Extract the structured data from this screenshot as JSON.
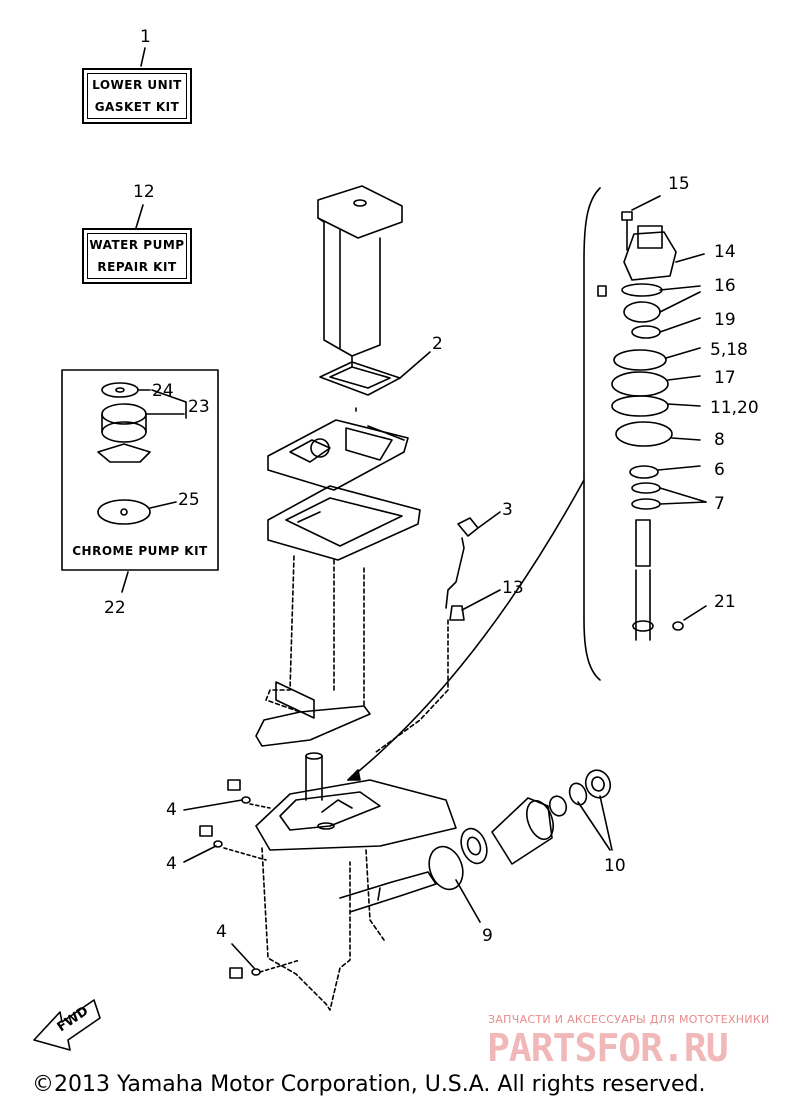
{
  "kits": {
    "lower_unit": {
      "line1": "LOWER UNIT",
      "line2": "GASKET KIT"
    },
    "water_pump": {
      "line1": "WATER PUMP",
      "line2": "REPAIR KIT"
    },
    "chrome_pump": {
      "label": "CHROME PUMP KIT"
    }
  },
  "callouts": {
    "c1": "1",
    "c12": "12",
    "c2": "2",
    "c3": "3",
    "c13": "13",
    "c24": "24",
    "c23": "23",
    "c25": "25",
    "c22": "22",
    "c15": "15",
    "c14": "14",
    "c16": "16",
    "c19": "19",
    "c5_18": "5,18",
    "c17": "17",
    "c11_20": "11,20",
    "c8": "8",
    "c6": "6",
    "c7": "7",
    "c21": "21",
    "c4a": "4",
    "c4b": "4",
    "c4c": "4",
    "c9": "9",
    "c10": "10"
  },
  "fwd_label": "FWD",
  "watermark": {
    "tagline": "ЗАПЧАСТИ И АКСЕССУАРЫ ДЛЯ МОТОТЕХНИКИ",
    "logo": "PARTSFOR.RU"
  },
  "copyright": "©2013 Yamaha Motor Corporation, U.S.A. All rights reserved."
}
